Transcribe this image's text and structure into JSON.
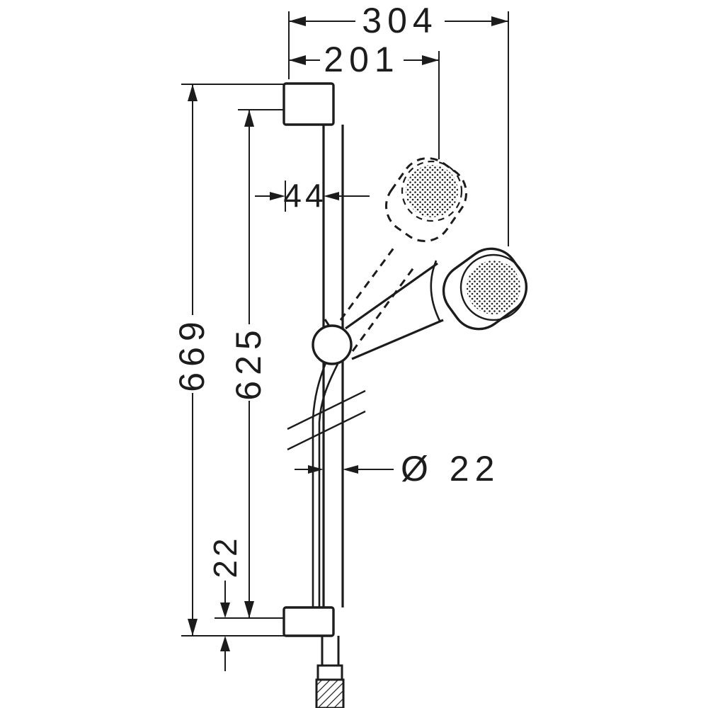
{
  "colors": {
    "line": "#1c1c1c",
    "background": "#ffffff"
  },
  "dims": {
    "d304": "304",
    "d201": "201",
    "d44": "44",
    "d669": "669",
    "d625": "625",
    "d22v": "22",
    "d22dia": "Ø 22"
  }
}
